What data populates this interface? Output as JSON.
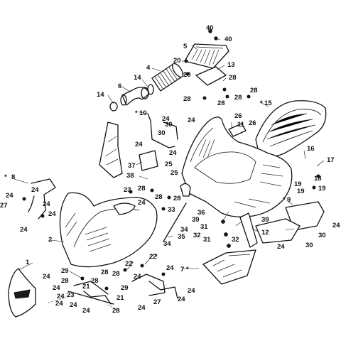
{
  "callouts": [
    {
      "id": "c-40a",
      "text": "40"
    },
    {
      "id": "c-5",
      "text": "5"
    },
    {
      "id": "c-40b",
      "text": "40"
    },
    {
      "id": "c-4",
      "text": "4"
    },
    {
      "id": "c-20a",
      "text": "20"
    },
    {
      "id": "c-13",
      "text": "13"
    },
    {
      "id": "c-20b",
      "text": "20"
    },
    {
      "id": "c-28a",
      "text": "28"
    },
    {
      "id": "c-6",
      "text": "6"
    },
    {
      "id": "c-14a",
      "text": "14"
    },
    {
      "id": "c-14b",
      "text": "14"
    },
    {
      "id": "c-28b",
      "text": "28"
    },
    {
      "id": "c-28c",
      "text": "28"
    },
    {
      "id": "c-28d",
      "text": "28"
    },
    {
      "id": "c-15",
      "text": "15"
    },
    {
      "id": "c-10",
      "text": "10"
    },
    {
      "id": "c-24a",
      "text": "24"
    },
    {
      "id": "c-30a",
      "text": "30"
    },
    {
      "id": "c-28e",
      "text": "28"
    },
    {
      "id": "c-26a",
      "text": "26"
    },
    {
      "id": "c-11",
      "text": "11"
    },
    {
      "id": "c-26b",
      "text": "26"
    },
    {
      "id": "c-30b",
      "text": "30"
    },
    {
      "id": "c-24b",
      "text": "24"
    },
    {
      "id": "c-24c",
      "text": "24"
    },
    {
      "id": "c-16",
      "text": "16"
    },
    {
      "id": "c-17",
      "text": "17"
    },
    {
      "id": "c-24d",
      "text": "24"
    },
    {
      "id": "c-37",
      "text": "37"
    },
    {
      "id": "c-25a",
      "text": "25"
    },
    {
      "id": "c-38",
      "text": "38"
    },
    {
      "id": "c-25b",
      "text": "25"
    },
    {
      "id": "c-8",
      "text": "8"
    },
    {
      "id": "c-24e",
      "text": "24"
    },
    {
      "id": "c-18",
      "text": "18"
    },
    {
      "id": "c-19a",
      "text": "19"
    },
    {
      "id": "c-19b",
      "text": "19"
    },
    {
      "id": "c-19c",
      "text": "19"
    },
    {
      "id": "c-28f",
      "text": "28"
    },
    {
      "id": "c-23a",
      "text": "23"
    },
    {
      "id": "c-24f",
      "text": "24"
    },
    {
      "id": "c-28g",
      "text": "28"
    },
    {
      "id": "c-28h",
      "text": "28"
    },
    {
      "id": "c-9",
      "text": "9"
    },
    {
      "id": "c-24g",
      "text": "24"
    },
    {
      "id": "c-27a",
      "text": "27"
    },
    {
      "id": "c-24h",
      "text": "24"
    },
    {
      "id": "c-36",
      "text": "36"
    },
    {
      "id": "c-33a",
      "text": "33"
    },
    {
      "id": "c-24i",
      "text": "24"
    },
    {
      "id": "c-39a",
      "text": "39"
    },
    {
      "id": "c-39b",
      "text": "39"
    },
    {
      "id": "c-31a",
      "text": "31"
    },
    {
      "id": "c-24j",
      "text": "24"
    },
    {
      "id": "c-34a",
      "text": "34"
    },
    {
      "id": "c-12",
      "text": "12"
    },
    {
      "id": "c-30c",
      "text": "30"
    },
    {
      "id": "c-35",
      "text": "35"
    },
    {
      "id": "c-32a",
      "text": "32"
    },
    {
      "id": "c-2",
      "text": "2"
    },
    {
      "id": "c-31b",
      "text": "31"
    },
    {
      "id": "c-32b",
      "text": "32"
    },
    {
      "id": "c-24k",
      "text": "24"
    },
    {
      "id": "c-30d",
      "text": "30"
    },
    {
      "id": "c-34b",
      "text": "34"
    },
    {
      "id": "c-24l",
      "text": "24"
    },
    {
      "id": "c-22a",
      "text": "22"
    },
    {
      "id": "c-1",
      "text": "1"
    },
    {
      "id": "c-22b",
      "text": "22"
    },
    {
      "id": "c-7",
      "text": "7"
    },
    {
      "id": "c-24m",
      "text": "24"
    },
    {
      "id": "c-29a",
      "text": "29"
    },
    {
      "id": "c-28i",
      "text": "28"
    },
    {
      "id": "c-28j",
      "text": "28"
    },
    {
      "id": "c-24n",
      "text": "24"
    },
    {
      "id": "c-24o",
      "text": "24"
    },
    {
      "id": "c-28k",
      "text": "28"
    },
    {
      "id": "c-28l",
      "text": "28"
    },
    {
      "id": "c-21a",
      "text": "21"
    },
    {
      "id": "c-24p",
      "text": "24"
    },
    {
      "id": "c-29b",
      "text": "29"
    },
    {
      "id": "c-24q",
      "text": "24"
    },
    {
      "id": "c-23b",
      "text": "23"
    },
    {
      "id": "c-21b",
      "text": "21"
    },
    {
      "id": "c-24r",
      "text": "24"
    },
    {
      "id": "c-27b",
      "text": "27"
    },
    {
      "id": "c-24s",
      "text": "24"
    },
    {
      "id": "c-24t",
      "text": "24"
    },
    {
      "id": "c-24u",
      "text": "24"
    },
    {
      "id": "c-28m",
      "text": "28"
    },
    {
      "id": "c-24v",
      "text": "24"
    },
    {
      "id": "c-24w",
      "text": "24"
    }
  ]
}
